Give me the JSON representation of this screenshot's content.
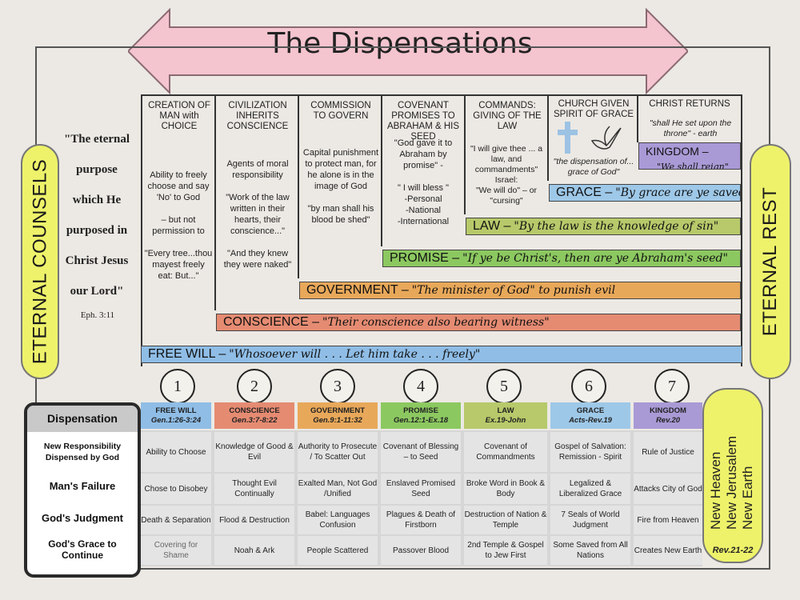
{
  "title": "The Dispensations",
  "left_pill": "ETERNAL COUNSELS",
  "right_pill": "ETERNAL REST",
  "quote": {
    "lines": [
      "\"The eternal",
      "purpose",
      "which He",
      "purposed in",
      "Christ Jesus",
      "our Lord\""
    ],
    "ref": "Eph. 3:11"
  },
  "columns": [
    {
      "head": "CREATION OF MAN with CHOICE",
      "body": "Ability to freely choose and say 'No' to God\n\n– but not permission to\n\n\"Every tree...thou mayest freely eat: But...\""
    },
    {
      "head": "CIVILIZATION INHERITS CONSCIENCE",
      "body": "Agents of moral responsibility\n\n\"Work of the law written in their hearts, their conscience...\"\n\n\"And they knew they were naked\""
    },
    {
      "head": "COMMISSION TO GOVERN",
      "body": "Capital punishment to protect man, for he alone is in the image of God\n\n\"by man shall his blood be shed\""
    },
    {
      "head": "COVENANT PROMISES TO ABRAHAM & HIS SEED",
      "body": "\"God gave it to Abraham by promise\" -\n\n\" I will bless \"\n-Personal\n-National\n-International"
    },
    {
      "head": "COMMANDS: GIVING OF THE LAW",
      "body": "\"I will give thee ... a law, and commandments\"\nIsrael:\n\"We will do\" – or \"cursing\""
    },
    {
      "head": "CHURCH GIVEN SPIRIT OF GRACE",
      "body": "\"the dispensation of... grace of God\""
    },
    {
      "head": "CHRIST RETURNS",
      "body": "\"shall He set upon the throne\" - earth"
    }
  ],
  "bars": [
    {
      "label": "KINGDOM –",
      "quote": "\"We shall reign\"",
      "color": "#a99ad6"
    },
    {
      "label": "GRACE –",
      "quote": "\"By grace are ye saved\"",
      "color": "#9ec8e8"
    },
    {
      "label": "LAW –",
      "quote": "\"By the law is the knowledge of sin\"",
      "color": "#b7c96a"
    },
    {
      "label": "PROMISE –",
      "quote": "\"If ye be Christ's, then are ye Abraham's seed\"",
      "color": "#8cc860"
    },
    {
      "label": "GOVERNMENT –",
      "quote": "\"The minister of God\"  to punish evil",
      "color": "#e8a85a"
    },
    {
      "label": "CONSCIENCE –",
      "quote": "\"Their conscience also bearing witness\"",
      "color": "#e58b72"
    },
    {
      "label": "FREE WILL –",
      "quote": "\"Whosoever will . . . Let him take  . . . freely\"",
      "color": "#8fbde6"
    }
  ],
  "numbers": [
    "1",
    "2",
    "3",
    "4",
    "5",
    "6",
    "7"
  ],
  "table": {
    "corner": "Dispensation",
    "row_labels": [
      "New Responsibility Dispensed by God",
      "Man's Failure",
      "God's Judgment",
      "God's Grace to Continue"
    ],
    "headers": [
      {
        "name": "FREE WILL",
        "ref": "Gen.1:26-3:24",
        "color": "#8fbde6"
      },
      {
        "name": "CONSCIENCE",
        "ref": "Gen.3:7-8:22",
        "color": "#e58b72"
      },
      {
        "name": "GOVERNMENT",
        "ref": "Gen.9:1-11:32",
        "color": "#e8a85a"
      },
      {
        "name": "PROMISE",
        "ref": "Gen.12:1-Ex.18",
        "color": "#8cc860"
      },
      {
        "name": "LAW",
        "ref": "Ex.19-John",
        "color": "#b7c96a"
      },
      {
        "name": "GRACE",
        "ref": "Acts-Rev.19",
        "color": "#9ec8e8"
      },
      {
        "name": "KINGDOM",
        "ref": "Rev.20",
        "color": "#a99ad6"
      }
    ],
    "rows": [
      [
        "Ability to Choose",
        "Knowledge of Good & Evil",
        "Authority to Prosecute /  To Scatter Out",
        "Covenant of Blessing – to Seed",
        "Covenant of Commandments",
        "Gospel of Salvation: Remission - Spirit",
        "Rule of Justice"
      ],
      [
        "Chose to Disobey",
        "Thought Evil Continually",
        "Exalted Man, Not God /Unified",
        "Enslaved Promised Seed",
        "Broke Word in Book & Body",
        "Legalized & Liberalized Grace",
        "Attacks City of God"
      ],
      [
        "Death & Separation",
        "Flood & Destruction",
        "Babel: Languages Confusion",
        "Plagues & Death of Firstborn",
        "Destruction of Nation & Temple",
        "7 Seals of World Judgment",
        "Fire from Heaven"
      ],
      [
        "Covering for Shame",
        "Noah & Ark",
        "People Scattered",
        "Passover Blood",
        "2nd Temple & Gospel to Jew First",
        "Some Saved from All Nations",
        "Creates New Earth"
      ]
    ]
  },
  "new_heaven": {
    "lines": [
      "New Heaven",
      "New Jerusalem",
      "New Earth"
    ],
    "ref": "Rev.21-22"
  }
}
